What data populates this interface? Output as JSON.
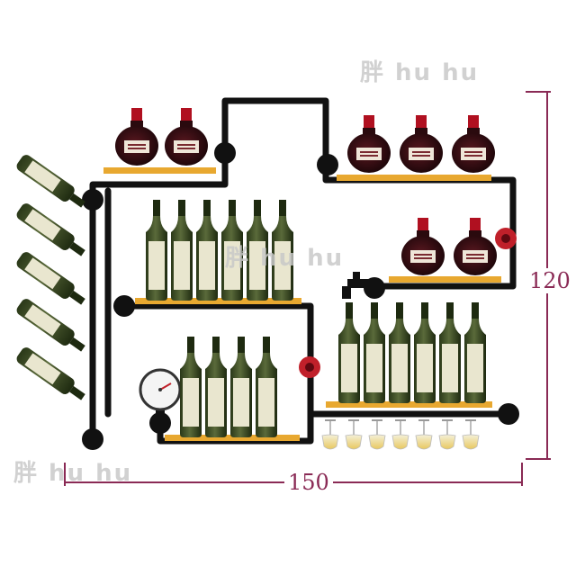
{
  "watermark": {
    "text": "胖 hu hu"
  },
  "dimensions": {
    "width_label": "150",
    "height_label": "120"
  },
  "colors": {
    "pipe": "#111111",
    "shelf": "#e8a830",
    "bottle_green": "#3a4a22",
    "bottle_label": "#e9e6cf",
    "jug_red": "#b01020",
    "jug_body": "#2a0a0e",
    "valve": "#c0202a",
    "dimension": "#8a2a55"
  }
}
